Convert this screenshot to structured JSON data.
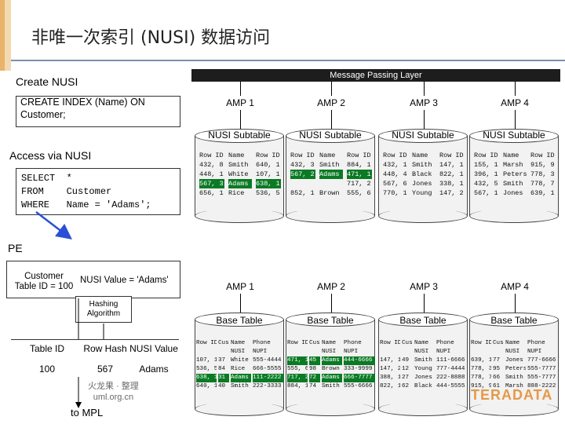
{
  "title": "非唯一次索引 (NUSI) 数据访问",
  "create_nusi": {
    "heading": "Create NUSI",
    "code": "CREATE INDEX (Name) ON\nCustomer;"
  },
  "access_nusi": {
    "heading": "Access via NUSI",
    "code": "SELECT  *\nFROM    Customer\nWHERE   Name = 'Adams';"
  },
  "message_layer": "Message Passing Layer",
  "pe_label": "PE",
  "customer_table": {
    "label": "Customer\nTable ID = 100",
    "nusi_value": "NUSI Value = 'Adams'"
  },
  "hashing": "Hashing\nAlgorithm",
  "row_hash_table": {
    "headers": [
      "Table ID",
      "Row Hash",
      "NUSI Value"
    ],
    "values": [
      "100",
      "567",
      "Adams"
    ]
  },
  "to_mpl": "to MPL",
  "watermark": "火龙果 · 整理\numl.org.cn",
  "amps": [
    "AMP 1",
    "AMP 2",
    "AMP 3",
    "AMP 4"
  ],
  "subtable_label": "NUSI Subtable",
  "base_label": "Base Table",
  "subtables": [
    {
      "rows": [
        [
          "Row ID",
          "Name",
          "Row ID"
        ],
        [
          "432, 8",
          "Smith",
          "640, 1"
        ],
        [
          "448, 1",
          "White",
          "107, 1"
        ],
        [
          "567, 3",
          "Adams",
          "638, 1"
        ],
        [
          "656, 1",
          "Rice",
          "536, 5"
        ]
      ]
    },
    {
      "rows": [
        [
          "Row ID",
          "Name",
          "Row ID"
        ],
        [
          "432, 3",
          "Smith",
          "884, 1"
        ],
        [
          "567, 2",
          "Adams",
          "471, 1"
        ],
        [
          "",
          "",
          "717, 2"
        ],
        [
          "852, 1",
          "Brown",
          "555, 6"
        ]
      ]
    },
    {
      "rows": [
        [
          "Row ID",
          "Name",
          "Row ID"
        ],
        [
          "432, 1",
          "Smith",
          "147, 1"
        ],
        [
          "448, 4",
          "Black",
          "822, 1"
        ],
        [
          "567, 6",
          "Jones",
          "338, 1"
        ],
        [
          "770, 1",
          "Young",
          "147, 2"
        ]
      ]
    },
    {
      "rows": [
        [
          "Row ID",
          "Name",
          "Row ID"
        ],
        [
          "155, 1",
          "Marsh",
          "915, 9"
        ],
        [
          "396, 1",
          "Peters",
          "778, 3"
        ],
        [
          "432, 5",
          "Smith",
          "778, 7"
        ],
        [
          "567, 1",
          "Jones",
          "639, 1"
        ]
      ]
    }
  ],
  "base_tables": [
    {
      "rows": [
        [
          "Row ID",
          "Cust",
          "Name",
          "Phone"
        ],
        [
          "",
          "",
          "NUSI",
          "NUPI"
        ],
        [
          "107, 1",
          "37",
          "White",
          "555-4444"
        ],
        [
          "536, 5",
          "84",
          "Rice",
          "666-5555"
        ],
        [
          "638, 1",
          "31",
          "Adams",
          "111-2222"
        ],
        [
          "640, 1",
          "40",
          "Smith",
          "222-3333"
        ]
      ]
    },
    {
      "rows": [
        [
          "Row ID",
          "Cust",
          "Name",
          "Phone"
        ],
        [
          "",
          "",
          "NUSI",
          "NUPI"
        ],
        [
          "471, 1",
          "45",
          "Adams",
          "444-6666"
        ],
        [
          "555, 6",
          "98",
          "Brown",
          "333-9999"
        ],
        [
          "717, 2",
          "72",
          "Adams",
          "666-7777"
        ],
        [
          "884, 1",
          "74",
          "Smith",
          "555-6666"
        ]
      ]
    },
    {
      "rows": [
        [
          "Row ID",
          "Cust",
          "Name",
          "Phone"
        ],
        [
          "",
          "",
          "NUSI",
          "NUPI"
        ],
        [
          "147, 1",
          "49",
          "Smith",
          "111-6666"
        ],
        [
          "147, 2",
          "12",
          "Young",
          "777-4444"
        ],
        [
          "388, 1",
          "27",
          "Jones",
          "222-8888"
        ],
        [
          "822, 1",
          "62",
          "Black",
          "444-5555"
        ]
      ]
    },
    {
      "rows": [
        [
          "Row ID",
          "Cust",
          "Name",
          "Phone"
        ],
        [
          "",
          "",
          "NUSI",
          "NUPI"
        ],
        [
          "639, 1",
          "77",
          "Jones",
          "777-6666"
        ],
        [
          "778, 3",
          "95",
          "Peters",
          "555-7777"
        ],
        [
          "778, 7",
          "66",
          "Smith",
          "555-7777"
        ],
        [
          "915, 9",
          "61",
          "Marsh",
          "888-2222"
        ]
      ]
    }
  ],
  "logo": "TERADATA",
  "colors": {
    "highlight": "#0a7a25",
    "header": "#1d1d1d",
    "arrow": "#2a4fd6"
  }
}
